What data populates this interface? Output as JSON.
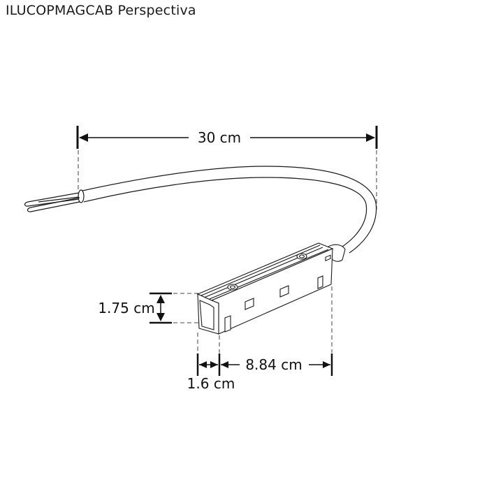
{
  "title": "ILUCOPMAGCAB Perspectiva",
  "dimensions": {
    "cable_length": "30 cm",
    "height": "1.75 cm",
    "end_cap_width": "1.6 cm",
    "body_length": "8.84 cm"
  },
  "colors": {
    "line": "#1a1a1a",
    "dim_line": "#111111",
    "background": "#ffffff"
  }
}
